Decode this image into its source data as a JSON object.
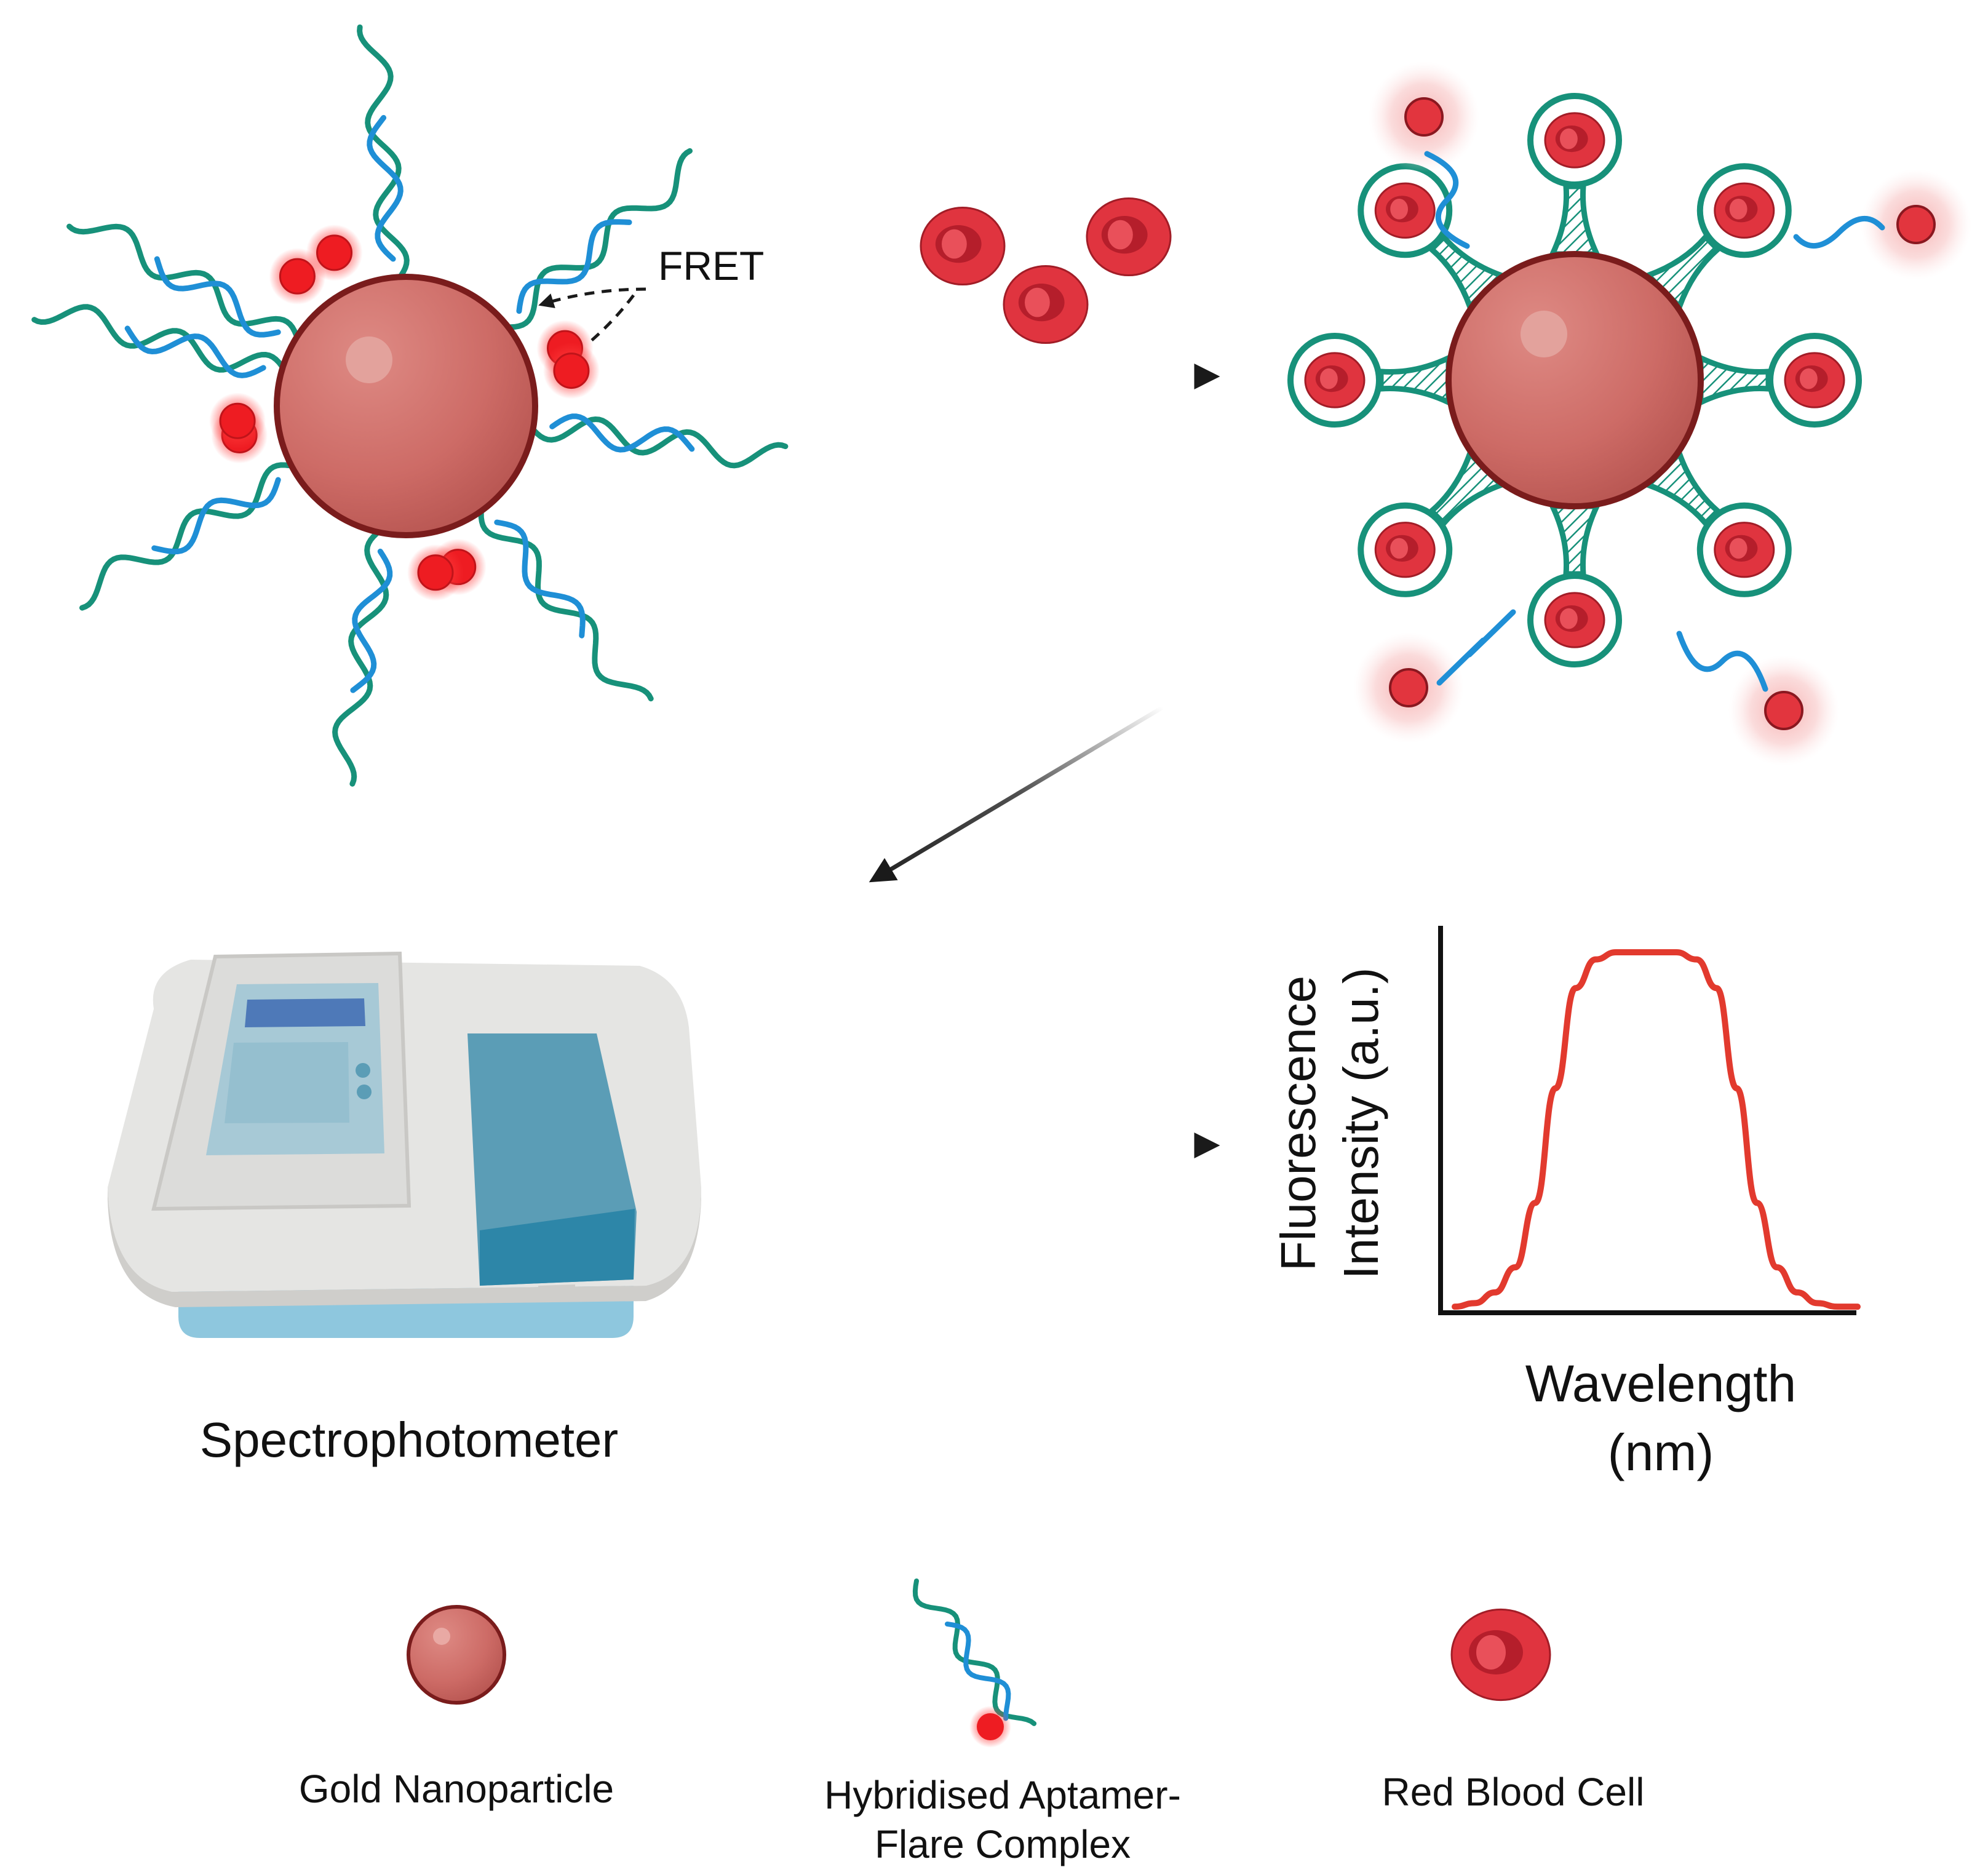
{
  "labels": {
    "fret": "FRET",
    "instrument": "Spectrophotometer",
    "x_axis_line1": "Wavelength",
    "x_axis_line2": "(nm)",
    "y_axis_line1": "Fluorescence",
    "y_axis_line2": "Intensity (a.u.)"
  },
  "legend": [
    {
      "label_lines": [
        "Gold Nanoparticle"
      ]
    },
    {
      "label_lines": [
        "Hybridised Aptamer-",
        "Flare Complex"
      ]
    },
    {
      "label_lines": [
        "Red Blood Cell"
      ]
    }
  ],
  "colors": {
    "nanoparticle_fill": "#cd6b66",
    "nanoparticle_edge": "#7a1c1c",
    "aptamer": "#17917a",
    "flare_strand": "#1f8fd6",
    "flare_dot": "#ee1c22",
    "rbc": "#e0343f",
    "spectrum_curve": "#e23a2e",
    "instrument_body": "#e4e4e2",
    "instrument_lid": "#5b9db6",
    "instrument_base": "#8ec7de"
  },
  "chart_data": {
    "type": "line",
    "title": "",
    "xlabel": "Wavelength (nm)",
    "ylabel": "Fluorescence Intensity (a.u.)",
    "x": [
      0,
      0.05,
      0.1,
      0.15,
      0.2,
      0.25,
      0.3,
      0.35,
      0.4,
      0.45,
      0.5,
      0.55,
      0.6,
      0.65,
      0.7,
      0.75,
      0.8,
      0.85,
      0.9,
      0.95,
      1.0
    ],
    "values": [
      0.01,
      0.02,
      0.05,
      0.12,
      0.3,
      0.62,
      0.9,
      0.98,
      1.0,
      1.0,
      1.0,
      1.0,
      0.98,
      0.9,
      0.62,
      0.3,
      0.12,
      0.05,
      0.02,
      0.01,
      0.01
    ],
    "axis_ticks": "none",
    "grid": false,
    "legend": "none"
  }
}
